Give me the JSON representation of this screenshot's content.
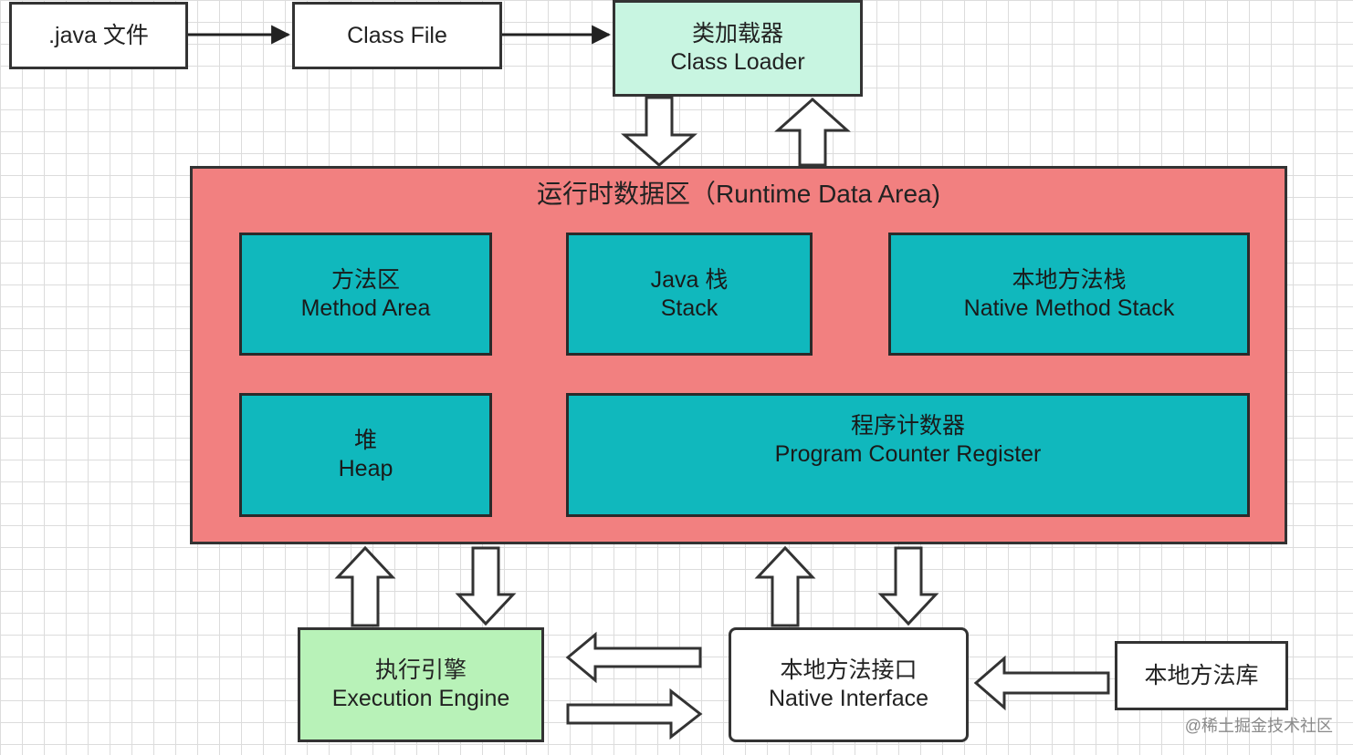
{
  "java_file": ".java 文件",
  "class_file": "Class File",
  "class_loader": {
    "zh": "类加载器",
    "en": "Class Loader"
  },
  "runtime_area": {
    "title": "运行时数据区（Runtime Data Area)",
    "method_area": {
      "zh": "方法区",
      "en": "Method Area"
    },
    "java_stack": {
      "zh": "Java 栈",
      "en": "Stack"
    },
    "native_method_stack": {
      "zh": "本地方法栈",
      "en": "Native Method Stack"
    },
    "heap": {
      "zh": "堆",
      "en": "Heap"
    },
    "program_counter": {
      "zh": "程序计数器",
      "en": "Program Counter Register"
    }
  },
  "execution_engine": {
    "zh": "执行引擎",
    "en": "Execution Engine"
  },
  "native_interface": {
    "zh": "本地方法接口",
    "en": "Native Interface"
  },
  "native_library": "本地方法库",
  "watermark": "@稀土掘金技术社区",
  "colors": {
    "runtime_area": "#f28080",
    "memory_region": "#10b8bd",
    "class_loader": "#c8f5e1",
    "execution_engine": "#b8f2b8"
  }
}
